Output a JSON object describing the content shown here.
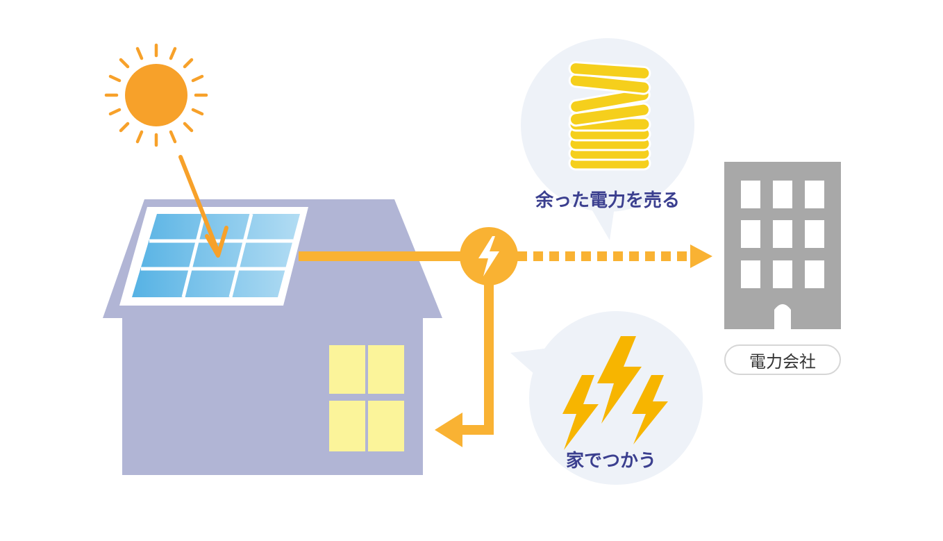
{
  "labels": {
    "sell_surplus": "余った電力を売る",
    "use_at_home": "家でつかう",
    "power_company": "電力会社"
  },
  "colors": {
    "sun": "#f7a12a",
    "flow": "#f9b233",
    "house": "#b1b5d5",
    "window": "#fbf49a",
    "panel": "#5fb8e6",
    "bubble": "#eef2f8",
    "coin": "#f5cf1c",
    "building": "#a8a8a8",
    "text": "#3b3f8f"
  },
  "icons": [
    "sun-icon",
    "solar-panel-icon",
    "house-icon",
    "lightning-icon",
    "coin-stack-icon",
    "office-building-icon"
  ]
}
